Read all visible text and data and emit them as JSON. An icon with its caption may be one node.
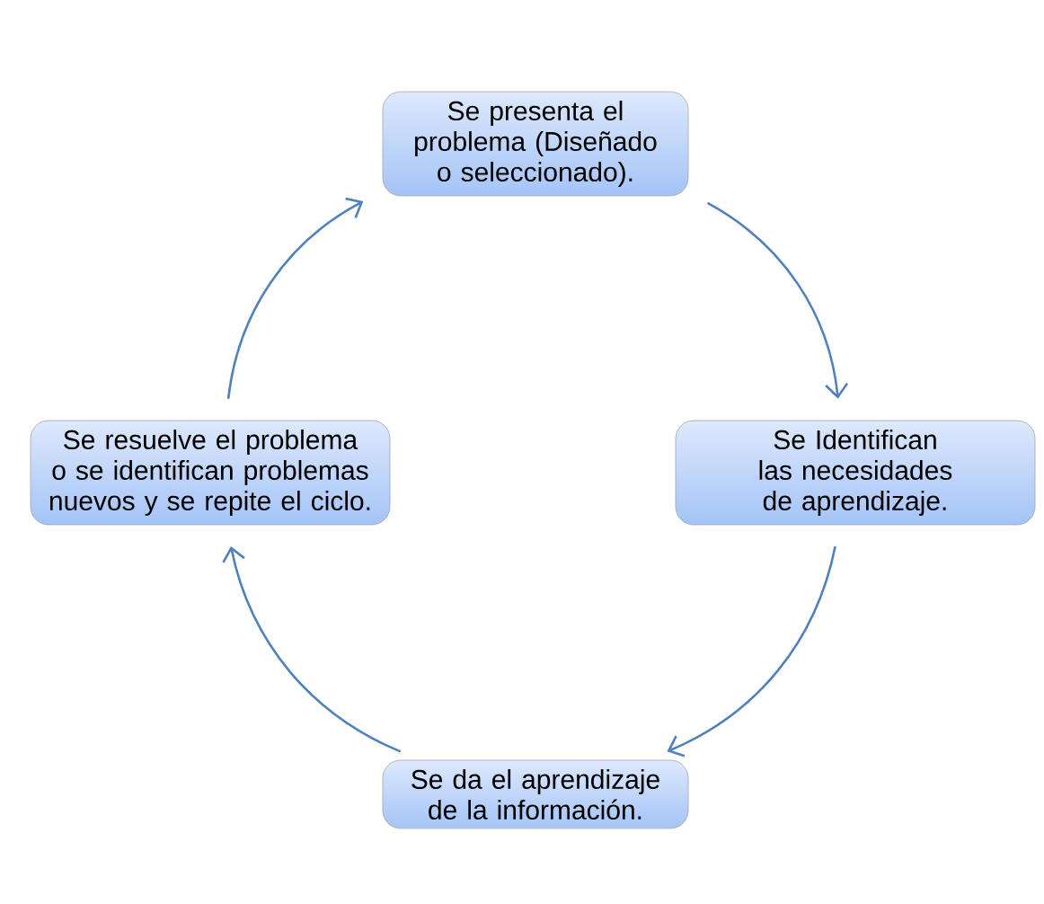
{
  "diagram": {
    "nodes": [
      {
        "text": [
          "Se presenta el problema (Diseñado o seleccionado)."
        ]
      },
      {
        "text": [
          "Se Identifican las necesidades de aprendizaje."
        ]
      },
      {
        "text": [
          "Se da el aprendizaje de la información."
        ]
      },
      {
        "text": [
          "Se resuelve el problema o se identifican problemas nuevos y se repite el ciclo."
        ]
      }
    ],
    "edges": [
      {
        "from": 0,
        "to": 1,
        "arrow": "to"
      },
      {
        "from": 1,
        "to": 2,
        "arrow": "to"
      },
      {
        "from": 2,
        "to": 3,
        "arrow": "to"
      },
      {
        "from": 3,
        "to": 0,
        "arrow": "to"
      }
    ]
  }
}
